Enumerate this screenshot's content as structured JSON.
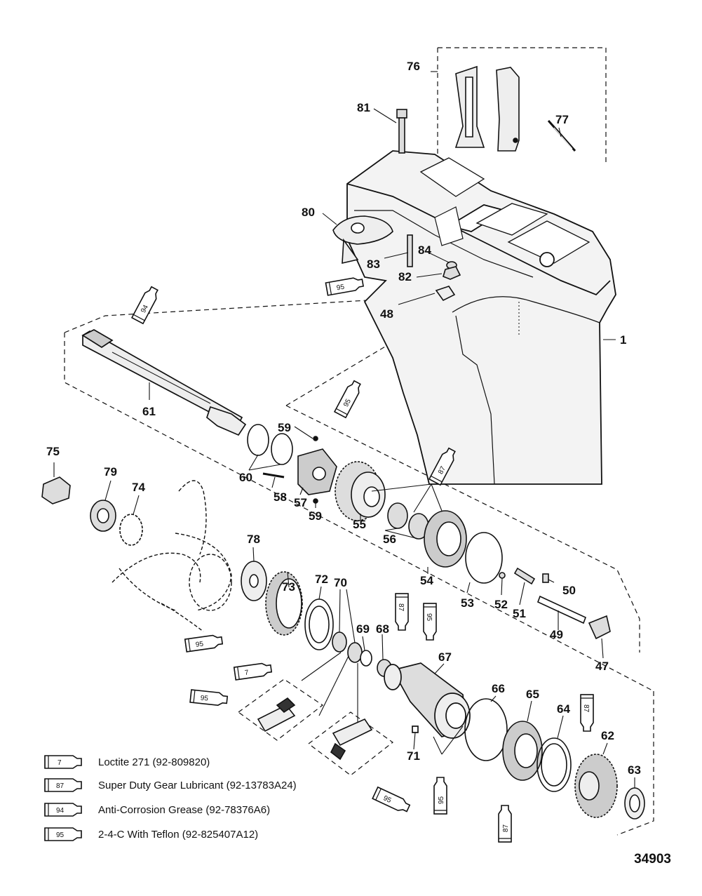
{
  "diagram": {
    "figure_id": "34903",
    "part_numbers": {
      "p1": "1",
      "p47": "47",
      "p48": "48",
      "p49": "49",
      "p50": "50",
      "p51": "51",
      "p52": "52",
      "p53": "53",
      "p54": "54",
      "p55": "55",
      "p56": "56",
      "p57": "57",
      "p58": "58",
      "p59a": "59",
      "p59b": "59",
      "p60": "60",
      "p61": "61",
      "p62": "62",
      "p63": "63",
      "p64": "64",
      "p65": "65",
      "p66": "66",
      "p67": "67",
      "p68": "68",
      "p69": "69",
      "p70": "70",
      "p71": "71",
      "p72": "72",
      "p73": "73",
      "p74": "74",
      "p75": "75",
      "p76": "76",
      "p77": "77",
      "p78": "78",
      "p79": "79",
      "p80": "80",
      "p81": "81",
      "p82": "82",
      "p83": "83",
      "p84": "84"
    },
    "tube_labels": {
      "t94_shaft": "94",
      "t95_48": "95",
      "t95_upper": "95",
      "t87_gear": "87",
      "t95_73": "95",
      "t7_70": "7",
      "t95_cage": "95",
      "t87_68": "87",
      "t95_67": "95",
      "t87_62": "87",
      "t95_67b": "95",
      "t87_65": "87",
      "t95_bottom": "95"
    }
  },
  "legend": [
    {
      "code": "7",
      "text": "Loctite 271 (92-809820)"
    },
    {
      "code": "87",
      "text": "Super Duty Gear Lubricant (92-13783A24)"
    },
    {
      "code": "94",
      "text": "Anti-Corrosion Grease (92-78376A6)"
    },
    {
      "code": "95",
      "text": "2-4-C With Teflon (92-825407A12)"
    }
  ],
  "colors": {
    "ink": "#111111",
    "paper": "#ffffff",
    "shade": "#d9d9d9"
  }
}
